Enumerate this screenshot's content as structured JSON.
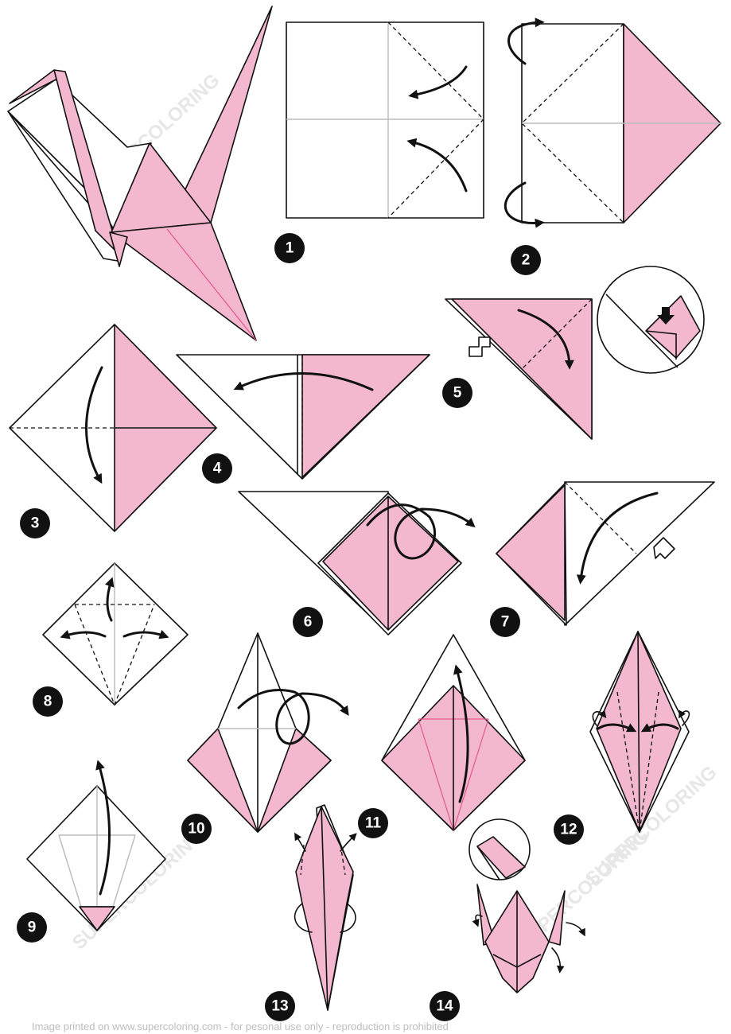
{
  "steps": [
    "1",
    "2",
    "3",
    "4",
    "5",
    "6",
    "7",
    "8",
    "9",
    "10",
    "11",
    "12",
    "13",
    "14"
  ],
  "watermark": "SUPERCOLORING",
  "footer": "Image printed on www.supercoloring.com - for pesonal use only - reproduction is prohibited",
  "colors": {
    "paper_pink": "#f3b8cf",
    "crease_pink": "#e0578e",
    "outline": "#111111"
  }
}
